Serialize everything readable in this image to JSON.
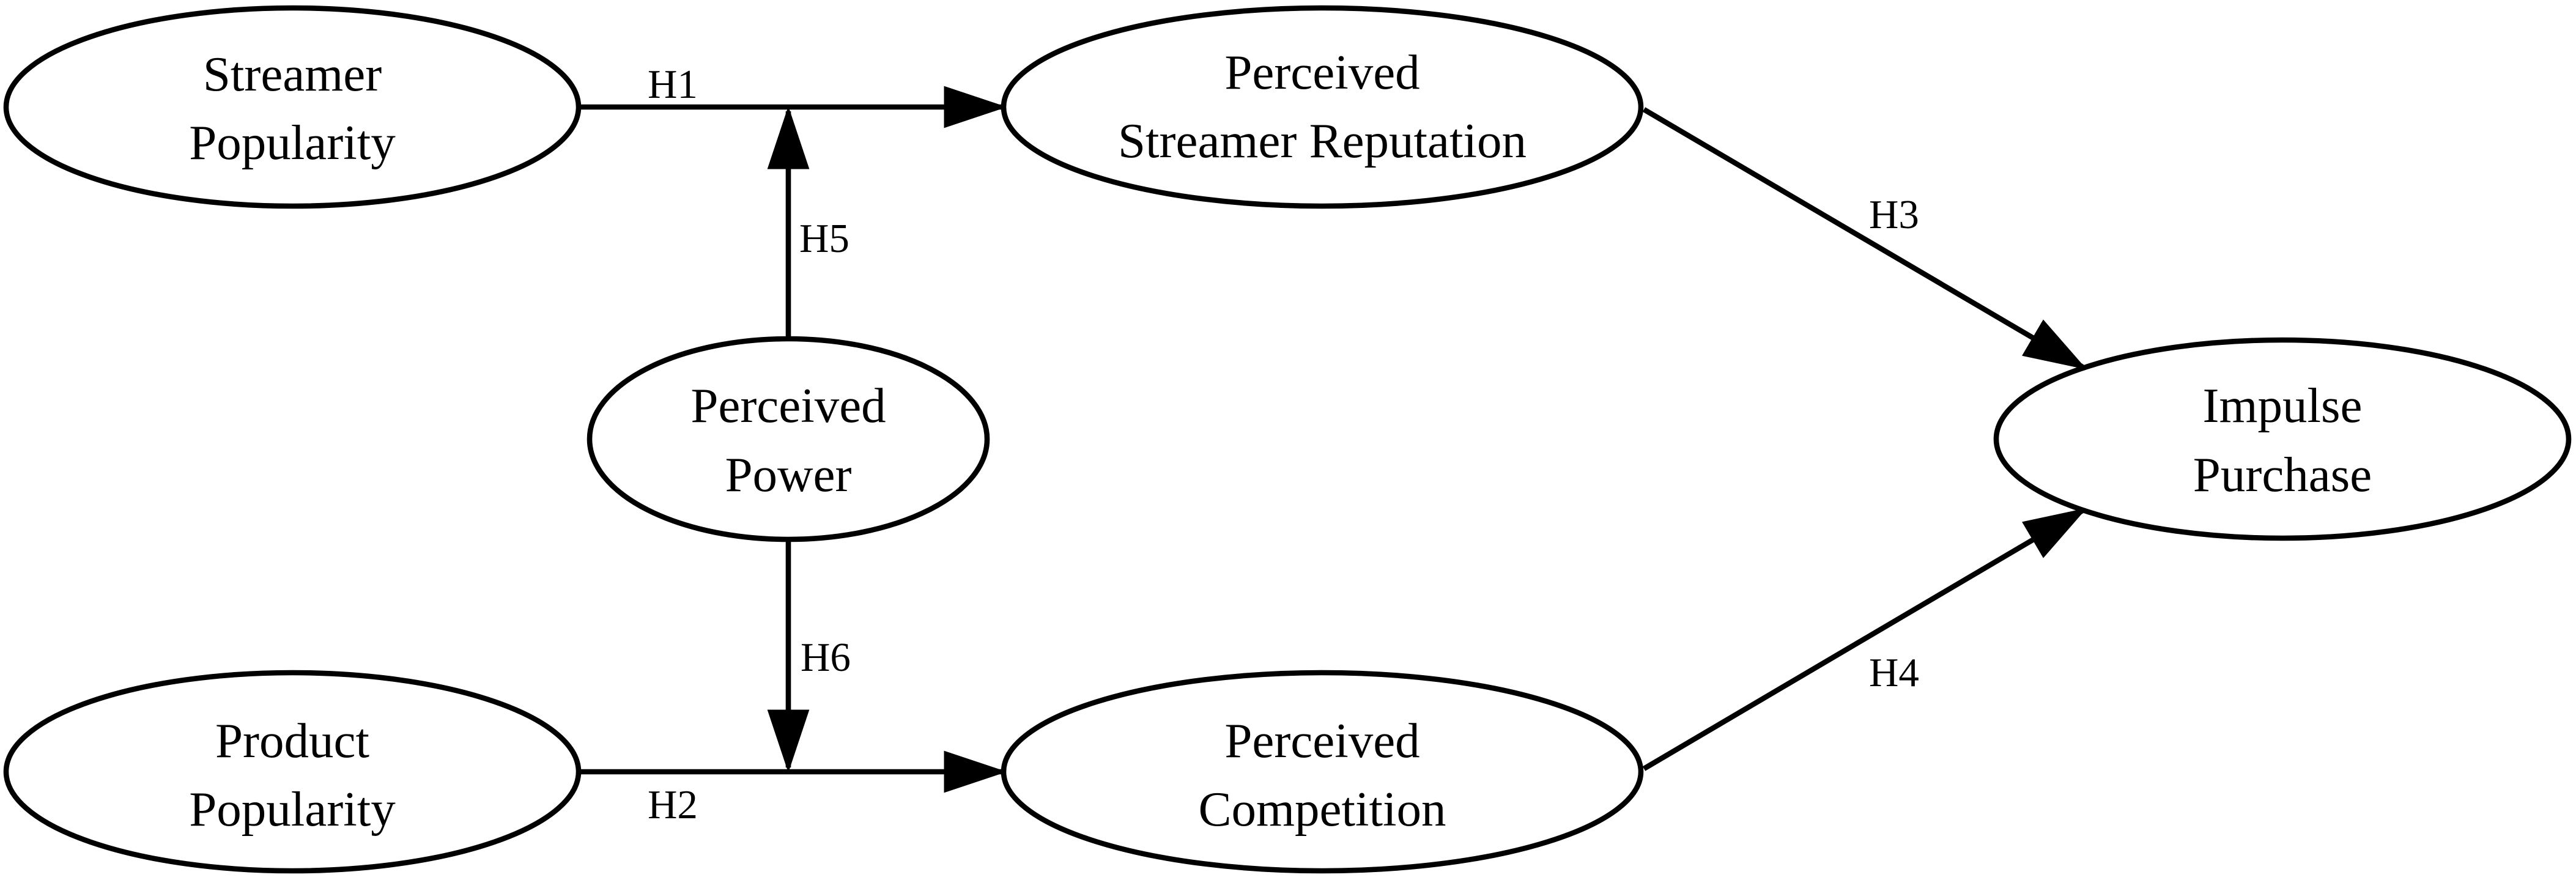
{
  "diagram": {
    "nodes": {
      "streamer_popularity": {
        "line1": "Streamer",
        "line2": "Popularity"
      },
      "perceived_streamer_reputation": {
        "line1": "Perceived",
        "line2": "Streamer Reputation"
      },
      "perceived_power": {
        "line1": "Perceived",
        "line2": "Power"
      },
      "impulse_purchase": {
        "line1": "Impulse",
        "line2": "Purchase"
      },
      "product_popularity": {
        "line1": "Product",
        "line2": "Popularity"
      },
      "perceived_competition": {
        "line1": "Perceived",
        "line2": "Competition"
      }
    },
    "edges": {
      "h1": {
        "label": "H1",
        "from": "Streamer Popularity",
        "to": "Perceived Streamer Reputation"
      },
      "h2": {
        "label": "H2",
        "from": "Product Popularity",
        "to": "Perceived Competition"
      },
      "h3": {
        "label": "H3",
        "from": "Perceived Streamer Reputation",
        "to": "Impulse Purchase"
      },
      "h4": {
        "label": "H4",
        "from": "Perceived Competition",
        "to": "Impulse Purchase"
      },
      "h5": {
        "label": "H5",
        "from": "Perceived Power",
        "to": "H1"
      },
      "h6": {
        "label": "H6",
        "from": "Perceived Power",
        "to": "H2"
      }
    }
  }
}
